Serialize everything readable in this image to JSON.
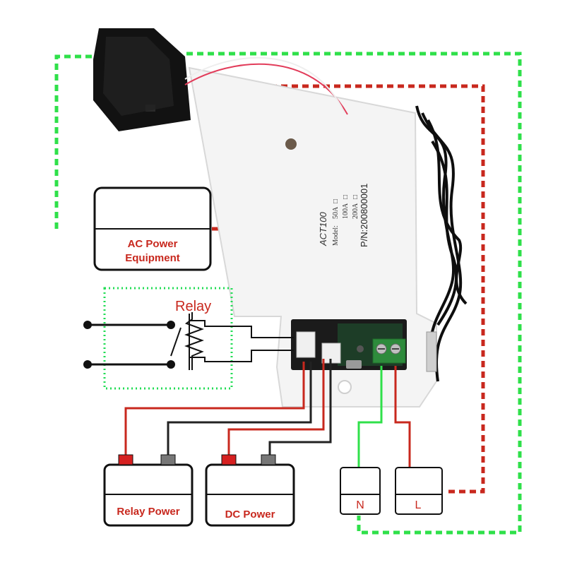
{
  "module": {
    "model_name": "ACT100",
    "model_prefix": "Model:",
    "options": [
      "50A",
      "100A",
      "200A"
    ],
    "checkbox_glyph": "□",
    "part_number": "P/N:200800001",
    "color": "#f4f4f4"
  },
  "relay": {
    "label": "Relay"
  },
  "ac_equipment": {
    "label_line1": "AC Power",
    "label_line2": "Equipment"
  },
  "relay_power": {
    "label": "Relay Power"
  },
  "dc_power": {
    "label": "DC Power"
  },
  "terminals": {
    "neutral": "N",
    "line": "L"
  },
  "colors": {
    "neutral_wire": "#2fe04a",
    "line_wire": "#c8281e",
    "ground_wire": "#222222",
    "positive_terminal": "#d62020",
    "negative_terminal": "#777777",
    "relay_box": "#22dd55",
    "terminal_block": "#2e8b3c"
  },
  "icons": [
    "current-transformer-icon",
    "temperature-probe-icon",
    "relay-coil-icon",
    "battery-icon",
    "usb-port-icon",
    "screw-terminal-icon"
  ]
}
